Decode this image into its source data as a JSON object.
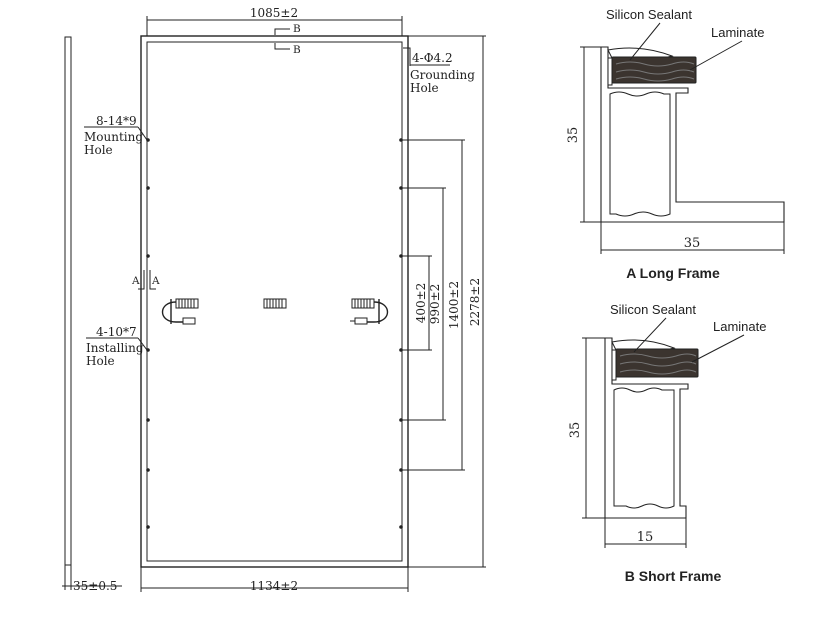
{
  "panel": {
    "top_width": "1085±2",
    "bottom_width": "1134±2",
    "frame_thickness": "35±0.5",
    "section_b_top": "B",
    "section_b_bottom": "B",
    "section_a_left": "A",
    "section_a_right": "A",
    "grounding_hole_spec": "4-Φ4.2",
    "grounding_hole_label_1": "Grounding",
    "grounding_hole_label_2": "Hole",
    "mounting_hole_spec": "8-14*9",
    "mounting_hole_label_1": "Mounting",
    "mounting_hole_label_2": "Hole",
    "installing_hole_spec": "4-10*7",
    "installing_hole_label_1": "Installing",
    "installing_hole_label_2": "Hole",
    "dim_400": "400±2",
    "dim_990": "990±2",
    "dim_1400": "1400±2",
    "dim_2278": "2278±2"
  },
  "long_frame": {
    "sealant_label": "Silicon Sealant",
    "laminate_label": "Laminate",
    "height_dim": "35",
    "width_dim": "35",
    "caption": "A Long Frame"
  },
  "short_frame": {
    "sealant_label": "Silicon Sealant",
    "laminate_label": "Laminate",
    "height_dim": "35",
    "width_dim": "15",
    "caption": "B Short Frame"
  }
}
